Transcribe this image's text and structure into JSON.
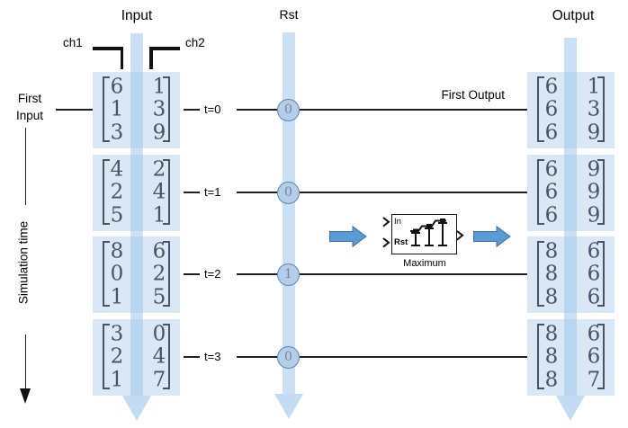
{
  "titles": {
    "input": "Input",
    "rst": "Rst",
    "output": "Output"
  },
  "channels": {
    "ch1": "ch1",
    "ch2": "ch2"
  },
  "labels": {
    "first_input": "First Input",
    "first_output": "First Output",
    "simulation_time": "Simulation time"
  },
  "block": {
    "title": "Maximum",
    "in_port": "In",
    "rst_port": "Rst"
  },
  "rows": [
    {
      "t": "t=0",
      "rst": "0",
      "input": [
        [
          "6",
          "1"
        ],
        [
          "1",
          "3"
        ],
        [
          "3",
          "9"
        ]
      ],
      "output": [
        [
          "6",
          "1"
        ],
        [
          "6",
          "3"
        ],
        [
          "6",
          "9"
        ]
      ]
    },
    {
      "t": "t=1",
      "rst": "0",
      "input": [
        [
          "4",
          "2"
        ],
        [
          "2",
          "4"
        ],
        [
          "5",
          "1"
        ]
      ],
      "output": [
        [
          "6",
          "9"
        ],
        [
          "6",
          "9"
        ],
        [
          "6",
          "9"
        ]
      ]
    },
    {
      "t": "t=2",
      "rst": "1",
      "input": [
        [
          "8",
          "6"
        ],
        [
          "0",
          "2"
        ],
        [
          "1",
          "5"
        ]
      ],
      "output": [
        [
          "8",
          "6"
        ],
        [
          "8",
          "6"
        ],
        [
          "8",
          "6"
        ]
      ]
    },
    {
      "t": "t=3",
      "rst": "0",
      "input": [
        [
          "3",
          "0"
        ],
        [
          "2",
          "4"
        ],
        [
          "1",
          "7"
        ]
      ],
      "output": [
        [
          "8",
          "6"
        ],
        [
          "8",
          "6"
        ],
        [
          "8",
          "7"
        ]
      ]
    }
  ],
  "colors": {
    "time_band": "#A0C6E8",
    "matrix_highlight": "#DAE7F5",
    "matrix_text": "#44546A",
    "circle_fill": "#B4CDE9",
    "circle_border": "#5885B8",
    "block_arrow_fill": "#5B9BD5",
    "block_arrow_border": "#41719C"
  }
}
